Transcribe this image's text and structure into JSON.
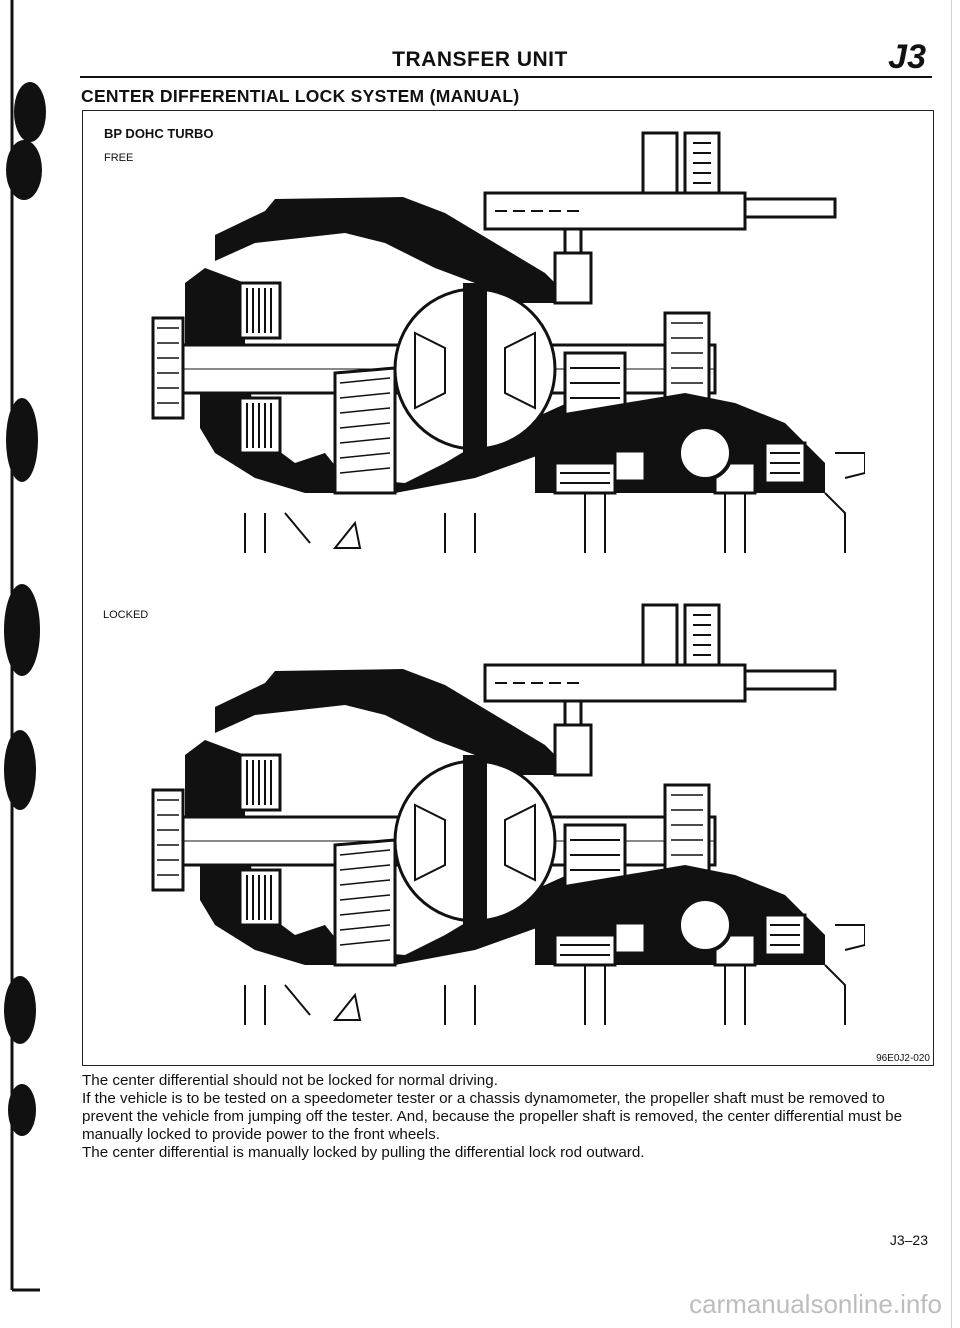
{
  "header": {
    "title": "TRANSFER UNIT",
    "code": "J3"
  },
  "section": {
    "title": "CENTER DIFFERENTIAL LOCK SYSTEM (MANUAL)"
  },
  "figure": {
    "model": "BP DOHC TURBO",
    "state_free": "FREE",
    "state_locked": "LOCKED",
    "code": "96E0J2-020"
  },
  "body": {
    "lines": [
      "The center differential should not be locked for normal driving.",
      "If the vehicle is to be tested on a speedometer tester or a chassis dynamometer, the propeller shaft must be removed to prevent the vehicle from jumping off the tester. And, because the propeller shaft is removed, the center differential must be manually locked to provide power to the front wheels.",
      "The center differential is manually locked by pulling the differential lock rod outward."
    ]
  },
  "footer": {
    "page": "J3–23",
    "watermark": "carmanualsonline.info"
  }
}
